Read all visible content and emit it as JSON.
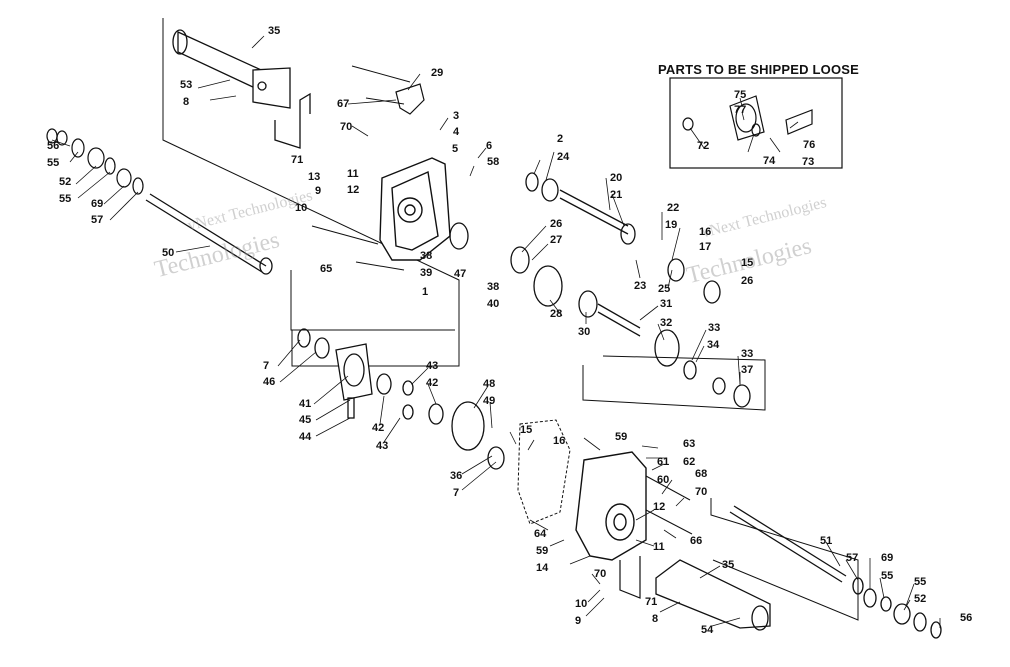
{
  "figure": {
    "loose_parts_title": "PARTS TO BE SHIPPED LOOSE"
  },
  "watermark": {
    "line1": "vNext Technologies",
    "line2": "Technologies"
  },
  "callouts": {
    "c1": "1",
    "c2": "2",
    "c3": "3",
    "c4": "4",
    "c5": "5",
    "c6": "6",
    "c7a": "7",
    "c7b": "7",
    "c8a": "8",
    "c8b": "8",
    "c9a": "9",
    "c9b": "9",
    "c10a": "10",
    "c10b": "10",
    "c11a": "11",
    "c11b": "11",
    "c12a": "12",
    "c12b": "12",
    "c13": "13",
    "c14": "14",
    "c15a": "15",
    "c15b": "15",
    "c16a": "16",
    "c16b": "16",
    "c17": "17",
    "c19": "19",
    "c20": "20",
    "c21": "21",
    "c22": "22",
    "c23": "23",
    "c24": "24",
    "c25": "25",
    "c26a": "26",
    "c26b": "26",
    "c27": "27",
    "c28": "28",
    "c29": "29",
    "c30": "30",
    "c31": "31",
    "c32": "32",
    "c33a": "33",
    "c33b": "33",
    "c34": "34",
    "c35a": "35",
    "c35b": "35",
    "c36": "36",
    "c37": "37",
    "c38a": "38",
    "c38b": "38",
    "c39": "39",
    "c40": "40",
    "c41": "41",
    "c42a": "42",
    "c42b": "42",
    "c43a": "43",
    "c43b": "43",
    "c44": "44",
    "c45": "45",
    "c46": "46",
    "c47": "47",
    "c48": "48",
    "c49": "49",
    "c50": "50",
    "c51": "51",
    "c52a": "52",
    "c52b": "52",
    "c53": "53",
    "c54": "54",
    "c55a": "55",
    "c55b": "55",
    "c55c": "55",
    "c55d": "55",
    "c56a": "56",
    "c56b": "56",
    "c57a": "57",
    "c57b": "57",
    "c58": "58",
    "c59a": "59",
    "c59b": "59",
    "c60": "60",
    "c61": "61",
    "c62": "62",
    "c63": "63",
    "c64": "64",
    "c65": "65",
    "c66": "66",
    "c67": "67",
    "c68": "68",
    "c69a": "69",
    "c69b": "69",
    "c70a": "70",
    "c70b": "70",
    "c70c": "70",
    "c71a": "71",
    "c71b": "71",
    "c72": "72",
    "c73": "73",
    "c74": "74",
    "c75": "75",
    "c76": "76",
    "c77": "77"
  }
}
